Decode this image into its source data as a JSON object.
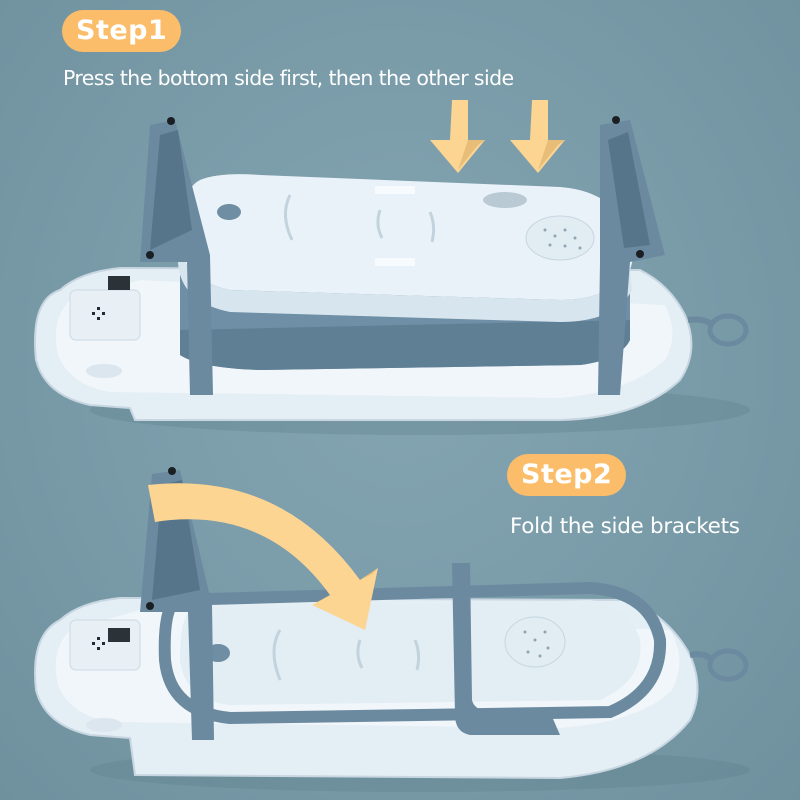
{
  "colors": {
    "background": "#7a9ba8",
    "badge": "#fbbd6a",
    "text": "#ffffff",
    "arrow": "#fdd593",
    "tub_body": "#dce9f1",
    "tub_blue": "#6d8ea3",
    "bracket": "#6b8aa0"
  },
  "step1": {
    "badge_label": "Step1",
    "instruction": "Press the bottom side first, then the other side",
    "icons": [
      "down-arrow-icon",
      "down-arrow-icon"
    ],
    "illustration": "folding bathtub with collapsible body raised, brackets upright"
  },
  "step2": {
    "badge_label": "Step2",
    "instruction": "Fold the side brackets",
    "icons": [
      "curved-arrow-icon"
    ],
    "illustration": "folding bathtub collapsed flat, brackets being folded down"
  }
}
